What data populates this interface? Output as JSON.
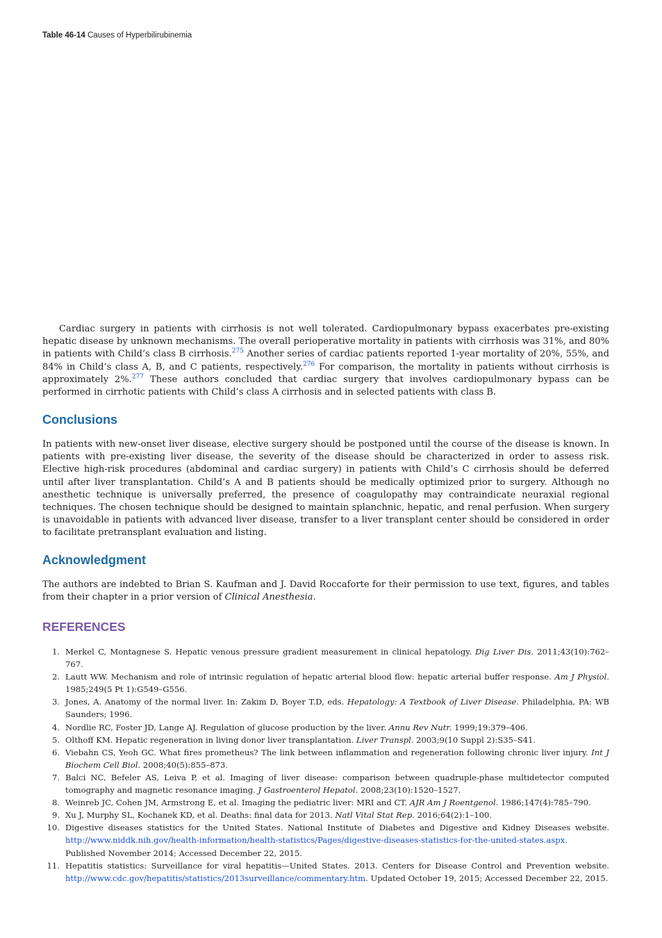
{
  "table_caption": {
    "label": "Table 46-14",
    "title": "Causes of Hyperbilirubinemia"
  },
  "cardiac": {
    "p1": "Cardiac surgery in patients with cirrhosis is not well tolerated. Cardiopulmonary bypass exacerbates pre-existing hepatic disease by unknown mechanisms. The overall perioperative mortality in patients with cirrhosis was 31%, and 80% in patients with Child’s class B cirrhosis.",
    "sup1": "275",
    "p2": " Another series of cardiac patients reported 1-year mortality of 20%, 55%, and 84% in Child’s class A, B, and C patients, respectively.",
    "sup2": "276",
    "p3": " For comparison, the mortality in patients without cirrhosis is approximately 2%.",
    "sup3": "277",
    "p4": " These authors concluded that cardiac surgery that involves cardiopulmonary bypass can be performed in cirrhotic patients with Child’s class A cirrhosis and in selected patients with class B."
  },
  "conclusions": {
    "heading": "Conclusions",
    "text": "In patients with new-onset liver disease, elective surgery should be postponed until the course of the disease is known. In patients with pre-existing liver disease, the severity of the disease should be characterized in order to assess risk. Elective high-risk procedures (abdominal and cardiac surgery) in patients with Child’s C cirrhosis should be deferred until after liver transplantation. Child’s A and B patients should be medically optimized prior to surgery. Although no anesthetic technique is universally preferred, the presence of coagulopathy may contraindicate neuraxial regional techniques. The chosen technique should be designed to maintain splanchnic, hepatic, and renal perfusion. When surgery is unavoidable in patients with advanced liver disease, transfer to a liver transplant center should be considered in order to facilitate pretransplant evaluation and listing."
  },
  "acknowledgment": {
    "heading": "Acknowledgment",
    "text": "The authors are indebted to Brian S. Kaufman and J. David Roccaforte for their permission to use text, figures, and tables from their chapter in a prior version of ",
    "book": "Clinical Anesthesia."
  },
  "references": {
    "heading": "REFERENCES",
    "items": [
      {
        "num": "1.",
        "pre": "Merkel C, Montagnese S. Hepatic venous pressure gradient measurement in clinical hepatology. ",
        "journal": "Dig Liver Dis.",
        "post": " 2011;43(10):762–767."
      },
      {
        "num": "2.",
        "pre": "Lautt WW. Mechanism and role of intrinsic regulation of hepatic arterial blood flow: hepatic arterial buffer response. ",
        "journal": "Am J Physiol.",
        "post": " 1985;249(5 Pt 1):G549–G556."
      },
      {
        "num": "3.",
        "pre": "Jones, A. Anatomy of the normal liver. In: Zakim D, Boyer T.D, eds. ",
        "journal": "Hepatology: A Textbook of Liver Disease.",
        "post": " Philadelphia, PA: WB Saunders; 1996."
      },
      {
        "num": "4.",
        "pre": "Nordlie RC, Foster JD, Lange AJ. Regulation of glucose production by the liver. ",
        "journal": "Annu Rev Nutr.",
        "post": " 1999;19:379–406."
      },
      {
        "num": "5.",
        "pre": "Olthoff KM. Hepatic regeneration in living donor liver transplantation. ",
        "journal": "Liver Transpl.",
        "post": " 2003;9(10 Suppl 2):S35–S41."
      },
      {
        "num": "6.",
        "pre": "Viebahn CS, Yeoh GC. What fires prometheus? The link between inflammation and regeneration following chronic liver injury. ",
        "journal": "Int J Biochem Cell Biol.",
        "post": " 2008;40(5):855–873."
      },
      {
        "num": "7.",
        "pre": "Balci NC, Befeler AS, Leiva P, et al. Imaging of liver disease: comparison between quadruple-phase multidetector computed tomography and magnetic resonance imaging. ",
        "journal": "J Gastroenterol Hepatol.",
        "post": " 2008;23(10):1520–1527."
      },
      {
        "num": "8.",
        "pre": "Weinreb JC, Cohen JM, Armstrong E, et al. Imaging the pediatric liver: MRI and CT. ",
        "journal": "AJR Am J Roentgenol.",
        "post": " 1986;147(4):785–790."
      },
      {
        "num": "9.",
        "pre": "Xu J, Murphy SL, Kochanek KD, et al. Deaths: final data for 2013. ",
        "journal": "Natl Vital Stat Rep.",
        "post": " 2016;64(2):1–100."
      },
      {
        "num": "10.",
        "pre": "Digestive diseases statistics for the United States. National Institute of Diabetes and Digestive and Kidney Diseases website. ",
        "link": "http://www.niddk.nih.gov/health-information/health-statistics/Pages/digestive-diseases-statistics-for-the-united-states.aspx",
        "post": ". Published November 2014; Accessed December 22, 2015."
      },
      {
        "num": "11.",
        "pre": "Hepatitis statistics: Surveillance for viral hepatitis—United States. 2013. Centers for Disease Control and Prevention website. ",
        "link": "http://www.cdc.gov/hepatitis/statistics/2013surveillance/commentary.htm",
        "post": ". Updated October 19, 2015; Accessed December 22, 2015."
      }
    ]
  },
  "colors": {
    "heading_blue": "#1f6ba7",
    "heading_purple": "#7a5aa5",
    "link_blue": "#1a4fd6"
  }
}
